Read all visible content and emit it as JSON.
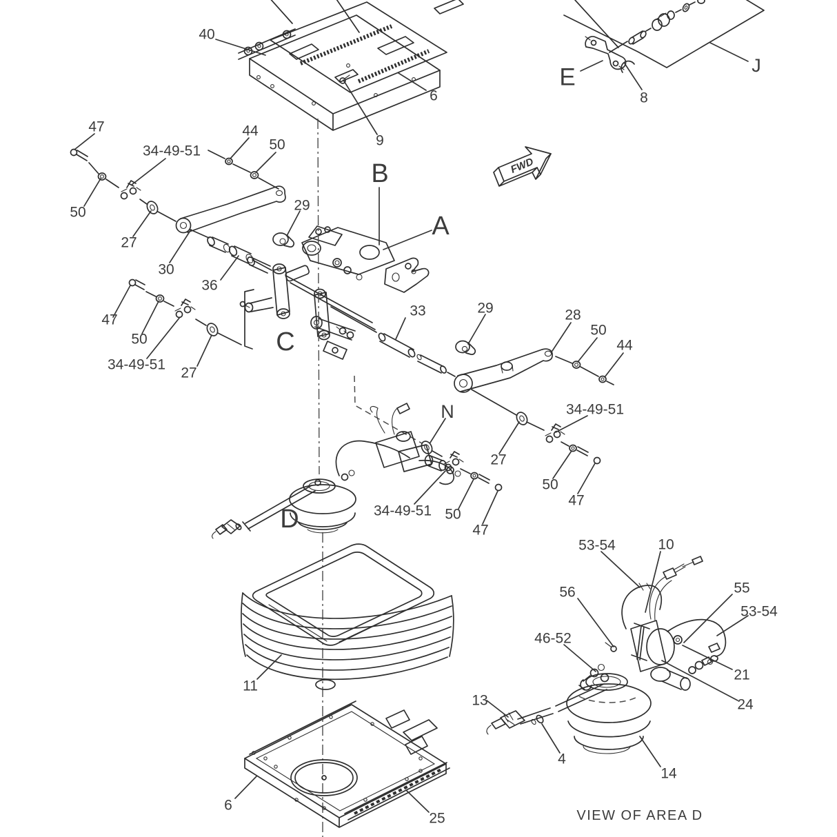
{
  "diagram": {
    "kind": "exploded-parts-diagram",
    "caption": "VIEW OF AREA D",
    "fwd_label": "FWD",
    "ink_color": "#2e2e2e",
    "label_color": "#3c3c3c",
    "labels": [
      {
        "text": "40"
      },
      {
        "text": "6"
      },
      {
        "text": "9"
      },
      {
        "text": "E"
      },
      {
        "text": "8"
      },
      {
        "text": "J"
      },
      {
        "text": "B"
      },
      {
        "text": "A"
      },
      {
        "text": "47"
      },
      {
        "text": "34-49-51"
      },
      {
        "text": "44"
      },
      {
        "text": "50"
      },
      {
        "text": "50"
      },
      {
        "text": "27"
      },
      {
        "text": "30"
      },
      {
        "text": "36"
      },
      {
        "text": "29"
      },
      {
        "text": "C"
      },
      {
        "text": "33"
      },
      {
        "text": "29"
      },
      {
        "text": "28"
      },
      {
        "text": "50"
      },
      {
        "text": "44"
      },
      {
        "text": "47"
      },
      {
        "text": "50"
      },
      {
        "text": "34-49-51"
      },
      {
        "text": "27"
      },
      {
        "text": "N"
      },
      {
        "text": "27"
      },
      {
        "text": "34-49-51"
      },
      {
        "text": "50"
      },
      {
        "text": "47"
      },
      {
        "text": "34-49-51"
      },
      {
        "text": "50"
      },
      {
        "text": "47"
      },
      {
        "text": "D"
      },
      {
        "text": "11"
      },
      {
        "text": "6"
      },
      {
        "text": "25"
      },
      {
        "text": "53-54"
      },
      {
        "text": "10"
      },
      {
        "text": "56"
      },
      {
        "text": "55"
      },
      {
        "text": "53-54"
      },
      {
        "text": "46-52"
      },
      {
        "text": "21"
      },
      {
        "text": "24"
      },
      {
        "text": "13"
      },
      {
        "text": "4"
      },
      {
        "text": "14"
      },
      {
        "text": "FWD"
      },
      {
        "text": "VIEW OF AREA D"
      }
    ]
  }
}
